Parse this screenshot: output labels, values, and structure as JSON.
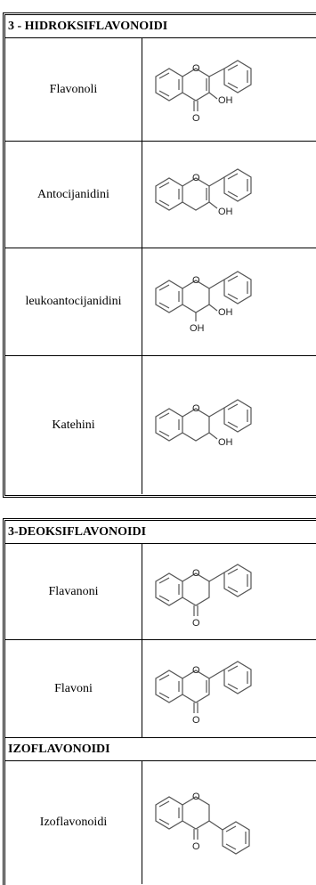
{
  "table1": {
    "header": "3 - HIDROKSIFLAVONOIDI",
    "rows": [
      {
        "name": "Flavonoli",
        "atoms": {
          "o": "O",
          "oh": "OH",
          "ko": "O"
        }
      },
      {
        "name": "Antocijanidini",
        "atoms": {
          "o": "O",
          "oh": "OH"
        }
      },
      {
        "name": "leukoantocijanidini",
        "atoms": {
          "o": "O",
          "oh": "OH",
          "oh2": "OH"
        }
      },
      {
        "name": "Katehini",
        "atoms": {
          "o": "O",
          "oh": "OH"
        }
      }
    ]
  },
  "table2": {
    "header": "3-DEOKSIFLAVONOIDI",
    "rows": [
      {
        "name": "Flavanoni",
        "atoms": {
          "o": "O",
          "ko": "O"
        }
      },
      {
        "name": "Flavoni",
        "atoms": {
          "o": "O",
          "ko": "O"
        }
      }
    ],
    "subheader": "IZOFLAVONOIDI",
    "subrows": [
      {
        "name": "Izoflavonoidi",
        "atoms": {
          "o": "O",
          "ko": "O"
        }
      }
    ]
  },
  "colors": {
    "border": "#000000",
    "structure_stroke": "#555555"
  }
}
